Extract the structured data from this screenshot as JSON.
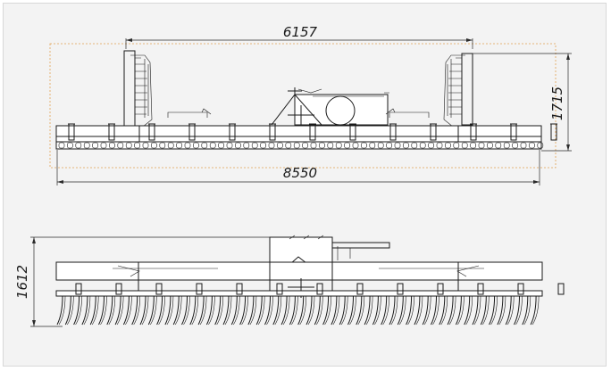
{
  "dimensions": {
    "top_width_inner": "6157",
    "top_width_total": "8550",
    "top_height": "1715",
    "side_height": "1612"
  },
  "colors": {
    "background": "#f3f3f3",
    "line": "#1a1a1a",
    "guide": "#e0a050"
  }
}
